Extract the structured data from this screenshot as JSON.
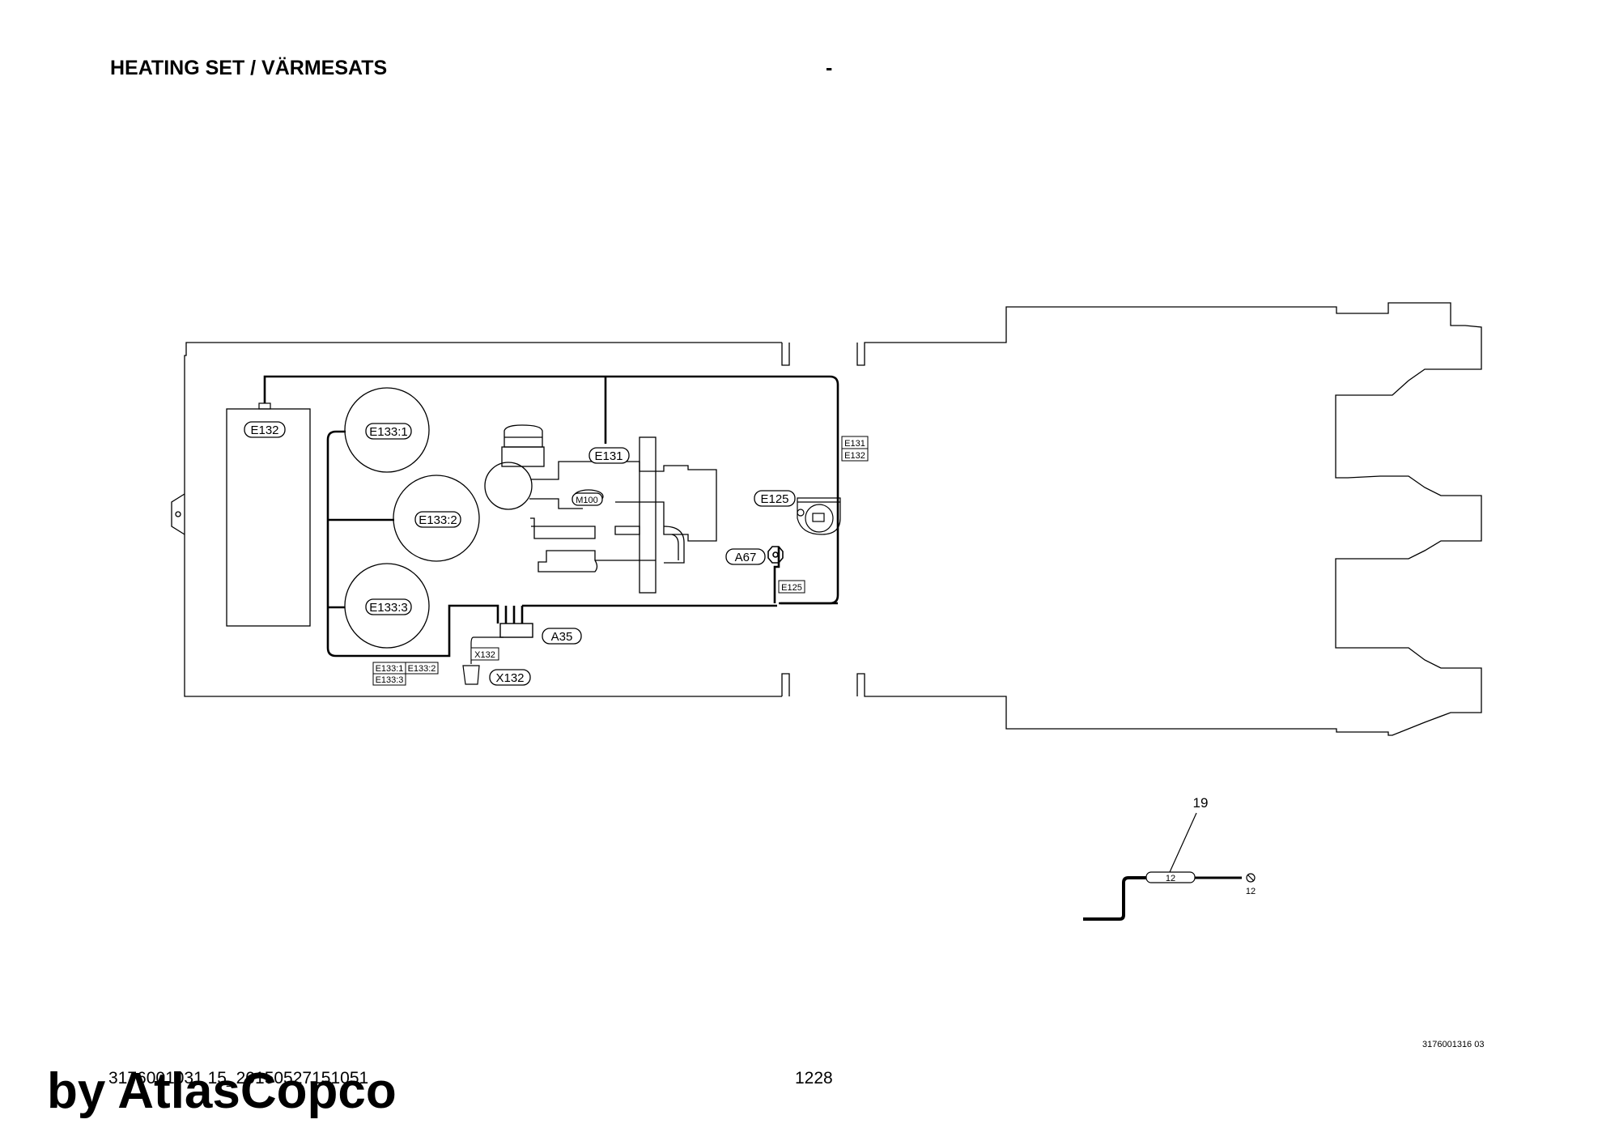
{
  "header": {
    "title": "HEATING SET / VÄRMESATS",
    "dash": "-"
  },
  "footer": {
    "document_number": "3176001031 15_20150527151051",
    "page_number": "1228",
    "illustration_id": "3176001316 03",
    "watermark": "by AtlasCopco"
  },
  "diagram": {
    "callouts": {
      "e132": "E132",
      "e133_1": "E133:1",
      "e133_2": "E133:2",
      "e133_3": "E133:3",
      "e131": "E131",
      "m100": "M100",
      "e125": "E125",
      "a67": "A67",
      "a35": "A35",
      "x132": "X132"
    },
    "tags": {
      "e131": "E131",
      "e132": "E132",
      "e125": "E125",
      "x132": "X132",
      "e133_1": "E133:1",
      "e133_2": "E133:2",
      "e133_3": "E133:3"
    },
    "detail": {
      "item_number": "19",
      "cable_label": "12",
      "end_label": "12"
    }
  }
}
